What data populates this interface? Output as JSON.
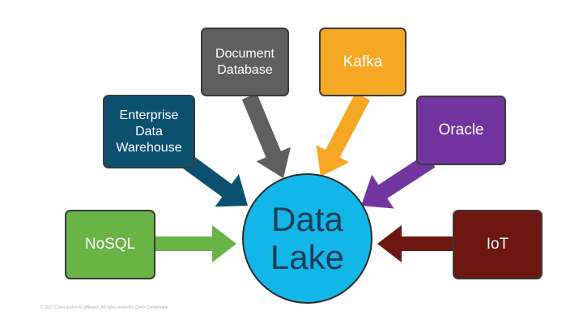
{
  "center": {
    "label": "Data\nLake",
    "color": "#13b6e8"
  },
  "sources": [
    {
      "id": "nosql",
      "label": "NoSQL",
      "color": "#6ab445"
    },
    {
      "id": "edw",
      "label": "Enterprise\nData\nWarehouse",
      "color": "#0c5070"
    },
    {
      "id": "docdb",
      "label": "Document\nDatabase",
      "color": "#5f5f5f"
    },
    {
      "id": "kafka",
      "label": "Kafka",
      "color": "#f6a824"
    },
    {
      "id": "oracle",
      "label": "Oracle",
      "color": "#7235a0"
    },
    {
      "id": "iot",
      "label": "IoT",
      "color": "#6e1610"
    }
  ],
  "footer": {
    "text": "© 2017  Cisco and/or its affiliates. All rights reserved.   Cisco Confidential"
  }
}
